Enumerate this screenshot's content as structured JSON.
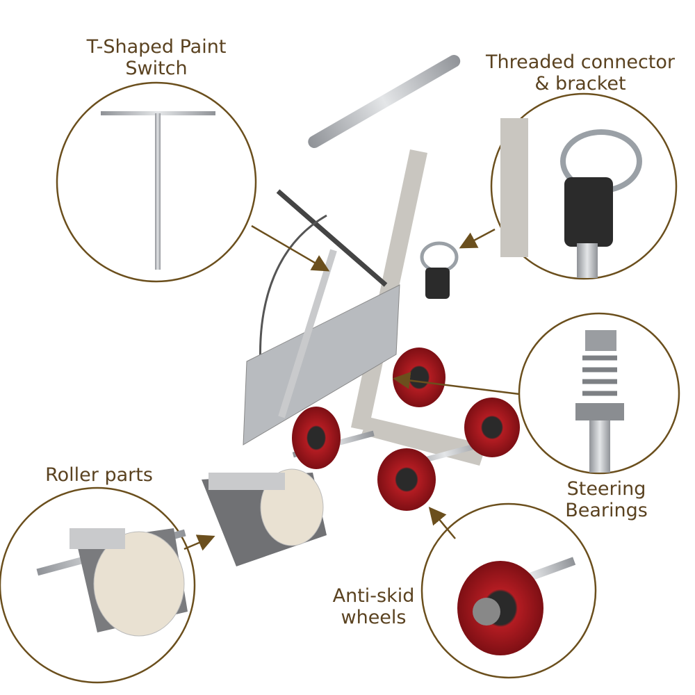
{
  "labels": {
    "t_switch": [
      "T-Shaped Paint",
      "Switch"
    ],
    "threaded": [
      "Threaded connector",
      "& bracket"
    ],
    "steering": [
      "Steering",
      "Bearings"
    ],
    "anti_skid": [
      "Anti-skid",
      "wheels"
    ],
    "roller": [
      "Roller parts"
    ]
  },
  "colors": {
    "label": "#5a4220",
    "callout": "#6b4f1d",
    "wheel": "#a5161c",
    "metal": "#b9bcc0",
    "roller": "#e9e1d2"
  }
}
